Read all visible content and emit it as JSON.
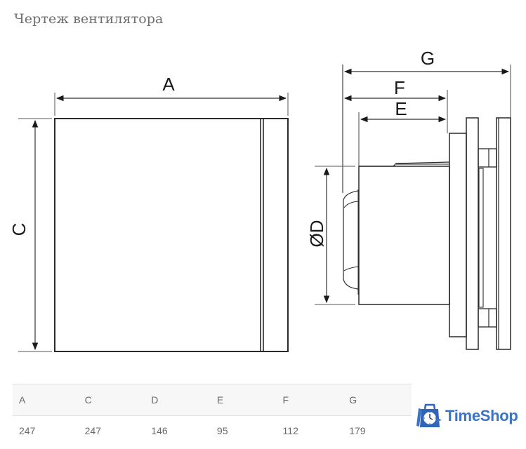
{
  "page": {
    "title": "Чертеж вентилятора"
  },
  "drawing": {
    "front_view": {
      "width_label": "A",
      "height_label": "C"
    },
    "side_view": {
      "overall_depth_label": "G",
      "depth_to_flange_label": "F",
      "duct_length_label": "E",
      "duct_diameter_label": "ØD"
    }
  },
  "specs_table": {
    "headers": [
      "A",
      "C",
      "D",
      "E",
      "F",
      "G"
    ],
    "values": [
      "247",
      "247",
      "146",
      "95",
      "112",
      "179"
    ]
  },
  "brand": {
    "name": "TimeShop",
    "color": "#3a74c4"
  }
}
